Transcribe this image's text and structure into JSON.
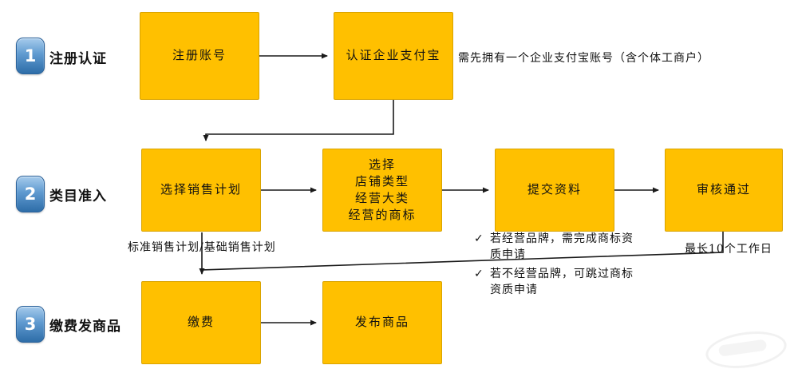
{
  "steps": [
    {
      "number": "1",
      "label": "注册认证"
    },
    {
      "number": "2",
      "label": "类目准入"
    },
    {
      "number": "3",
      "label": "缴费发商品"
    }
  ],
  "boxes": {
    "register_account": "注册账号",
    "verify_alipay": "认证企业支付宝",
    "choose_sales_plan": "选择销售计划",
    "choose_shop_type": "选择\n店铺类型\n经营大类\n经营的商标",
    "submit_materials": "提交资料",
    "review_passed": "审核通过",
    "pay_fee": "缴费",
    "publish_products": "发布商品"
  },
  "notes": {
    "alipay_note": "需先拥有一个企业支付宝账号（含个体工商户）",
    "sales_plan_note": "标准销售计划/基础销售计划",
    "review_duration_note": "最长10个工作日",
    "trademark_notes": [
      {
        "bullet": "✓",
        "text": "若经营品牌，需完成商标资\n质申请"
      },
      {
        "bullet": "✓",
        "text": "若不经营品牌，可跳过商标\n资质申请"
      }
    ]
  },
  "colors": {
    "box_fill": "#FFC000",
    "box_border": "#D9A300",
    "badge_blue": "#2E6DA8",
    "arrow": "#1A1A1A",
    "background": "#FFFFFF"
  }
}
